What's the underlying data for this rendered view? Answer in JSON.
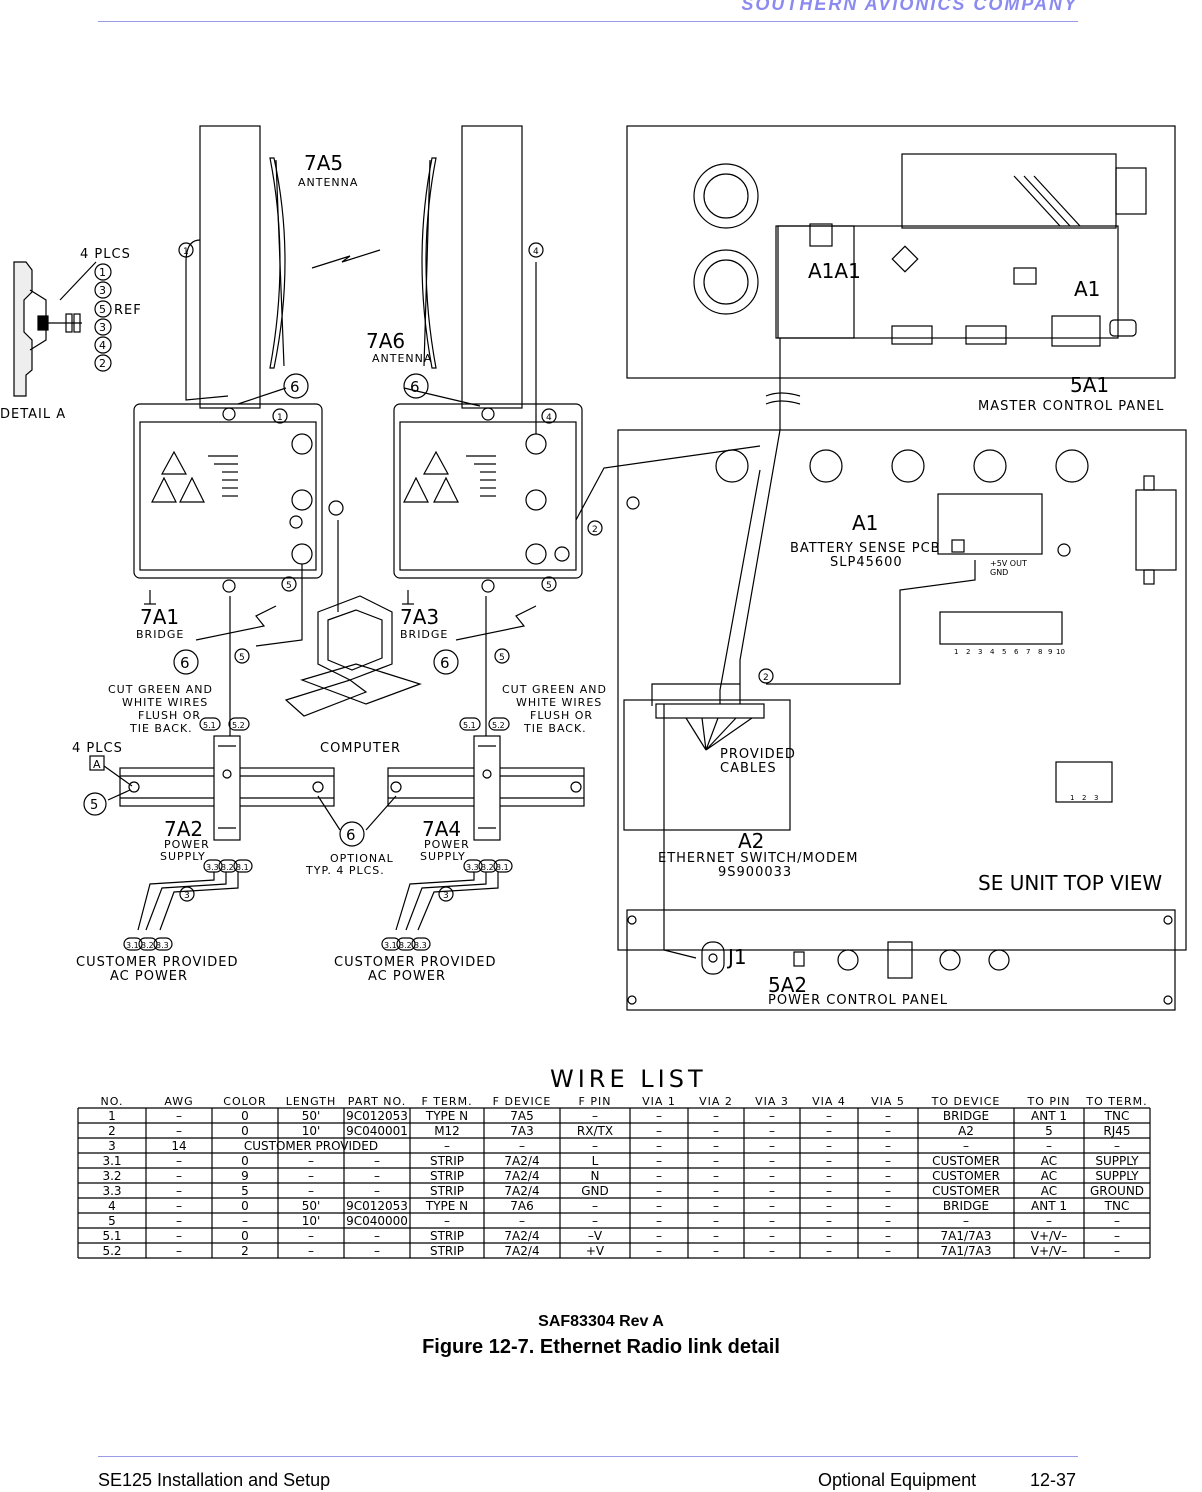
{
  "header": {
    "company": "SOUTHERN AVIONICS COMPANY"
  },
  "diagram": {
    "antenna_1": {
      "id": "7A5",
      "name": "ANTENNA"
    },
    "antenna_2": {
      "id": "7A6",
      "name": "ANTENNA"
    },
    "bridge_1": {
      "id": "7A1",
      "name": "BRIDGE"
    },
    "bridge_2": {
      "id": "7A3",
      "name": "BRIDGE"
    },
    "psu_1": {
      "id": "7A2",
      "name1": "POWER",
      "name2": "SUPPLY"
    },
    "psu_2": {
      "id": "7A4",
      "name1": "POWER",
      "name2": "SUPPLY"
    },
    "computer": "COMPUTER",
    "detail": {
      "label": "DETAIL A",
      "plcs": "4 PLCS",
      "ref": "REF",
      "callouts": [
        "1",
        "3",
        "5",
        "3",
        "4",
        "2"
      ]
    },
    "rail_plcs": "4 PLCS",
    "rail_detail_tag": "A",
    "cut_note_1": [
      "CUT GREEN AND",
      "WHITE WIRES",
      "FLUSH OR",
      "TIE BACK."
    ],
    "cut_note_2": [
      "CUT GREEN AND",
      "WHITE WIRES",
      "FLUSH OR",
      "TIE BACK."
    ],
    "optional_note": [
      "OPTIONAL",
      "TYP. 4 PLCS."
    ],
    "customer_power_1": [
      "CUSTOMER PROVIDED",
      "AC POWER"
    ],
    "customer_power_2": [
      "CUSTOMER PROVIDED",
      "AC POWER"
    ],
    "master_panel": {
      "id": "5A1",
      "name": "MASTER CONTROL PANEL",
      "a1a1": "A1A1",
      "a1": "A1"
    },
    "battery_pcb": {
      "id": "A1",
      "line1": "BATTERY SENSE PCB",
      "line2": "SLP45600",
      "out1": "+5V OUT",
      "out2": "GND"
    },
    "switch": {
      "id": "A2",
      "line1": "ETHERNET SWITCH/MODEM",
      "line2": "9S900033"
    },
    "provided_cables": [
      "PROVIDED",
      "CABLES"
    ],
    "unit_view": "SE UNIT TOP VIEW",
    "power_panel": {
      "id": "5A2",
      "name": "POWER CONTROL PANEL",
      "j1": "J1"
    },
    "terminal_numbers": [
      "1",
      "2",
      "3",
      "4",
      "5",
      "6",
      "7",
      "8",
      "9",
      "10"
    ],
    "terminal_numbers_2": [
      "1",
      "2",
      "3"
    ],
    "callouts": {
      "c1": "1",
      "c2": "2",
      "c3": "3",
      "c4": "4",
      "c5": "5",
      "c6": "6",
      "c51": "5.1",
      "c52": "5.2",
      "c31": "3.1",
      "c32": "3.2",
      "c33": "3.3"
    }
  },
  "wire_list": {
    "title": "WIRE LIST",
    "headers": [
      "NO.",
      "AWG",
      "COLOR",
      "LENGTH",
      "PART NO.",
      "F TERM.",
      "F DEVICE",
      "F PIN",
      "VIA 1",
      "VIA 2",
      "VIA 3",
      "VIA 4",
      "VIA 5",
      "TO DEVICE",
      "TO PIN",
      "TO TERM."
    ],
    "rows": [
      [
        "1",
        "–",
        "0",
        "50'",
        "9C012053",
        "TYPE N",
        "7A5",
        "–",
        "–",
        "–",
        "–",
        "–",
        "–",
        "BRIDGE",
        "ANT 1",
        "TNC"
      ],
      [
        "2",
        "–",
        "0",
        "10'",
        "9C040001",
        "M12",
        "7A3",
        "RX/TX",
        "–",
        "–",
        "–",
        "–",
        "–",
        "A2",
        "5",
        "RJ45"
      ],
      [
        "3",
        "14",
        "CUSTOMER PROVIDED",
        "",
        "",
        "–",
        "–",
        "–",
        "–",
        "–",
        "–",
        "–",
        "–",
        "–",
        "–",
        "–"
      ],
      [
        "3.1",
        "–",
        "0",
        "–",
        "–",
        "STRIP",
        "7A2/4",
        "L",
        "–",
        "–",
        "–",
        "–",
        "–",
        "CUSTOMER",
        "AC",
        "SUPPLY"
      ],
      [
        "3.2",
        "–",
        "9",
        "–",
        "–",
        "STRIP",
        "7A2/4",
        "N",
        "–",
        "–",
        "–",
        "–",
        "–",
        "CUSTOMER",
        "AC",
        "SUPPLY"
      ],
      [
        "3.3",
        "–",
        "5",
        "–",
        "–",
        "STRIP",
        "7A2/4",
        "GND",
        "–",
        "–",
        "–",
        "–",
        "–",
        "CUSTOMER",
        "AC",
        "GROUND"
      ],
      [
        "4",
        "–",
        "0",
        "50'",
        "9C012053",
        "TYPE N",
        "7A6",
        "–",
        "–",
        "–",
        "–",
        "–",
        "–",
        "BRIDGE",
        "ANT 1",
        "TNC"
      ],
      [
        "5",
        "–",
        "–",
        "10'",
        "9C040000",
        "–",
        "–",
        "–",
        "–",
        "–",
        "–",
        "–",
        "–",
        "–",
        "–",
        "–"
      ],
      [
        "5.1",
        "–",
        "0",
        "–",
        "–",
        "STRIP",
        "7A2/4",
        "–V",
        "–",
        "–",
        "–",
        "–",
        "–",
        "7A1/7A3",
        "V+/V–",
        "–"
      ],
      [
        "5.2",
        "–",
        "2",
        "–",
        "–",
        "STRIP",
        "7A2/4",
        "+V",
        "–",
        "–",
        "–",
        "–",
        "–",
        "7A1/7A3",
        "V+/V–",
        "–"
      ]
    ]
  },
  "drawing_number": "SAF83304 Rev A",
  "caption": "Figure 12-7.  Ethernet Radio link detail",
  "footer": {
    "left": "SE125 Installation and Setup",
    "section": "Optional Equipment",
    "page": "12-37"
  }
}
